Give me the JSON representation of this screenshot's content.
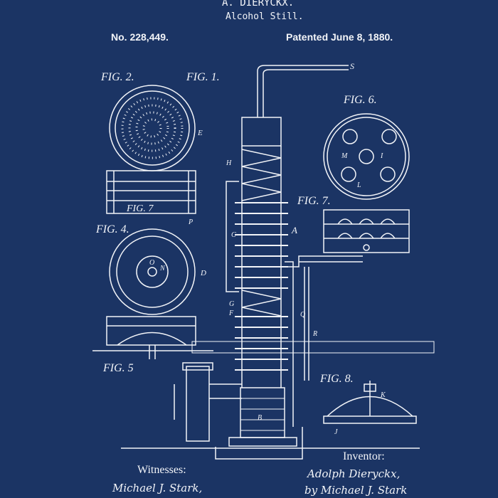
{
  "header": {
    "inventor_name": "A. DIERYCKX.",
    "title": "Alcohol Still.",
    "patent_number": "No. 228,449.",
    "patent_date": "Patented June 8, 1880."
  },
  "figures": {
    "fig1": "FIG. 1.",
    "fig2": "FIG. 2.",
    "fig4": "FIG. 4.",
    "fig5": "FIG. 5",
    "fig6": "FIG. 6.",
    "fig7": "FIG. 7.",
    "fig7b": "FIG. 7",
    "fig8": "FIG. 8."
  },
  "labels": {
    "s": "S",
    "e": "E",
    "a": "A",
    "h": "H",
    "f": "F",
    "c": "C",
    "g": "G",
    "q": "Q",
    "r": "R",
    "b": "B",
    "d": "D",
    "m": "M",
    "i": "I",
    "l": "L",
    "k": "K",
    "j": "J",
    "p": "P",
    "o": "O",
    "n": "N"
  },
  "footer": {
    "witnesses_label": "Witnesses:",
    "witness_signature": "Michael J. Stark,",
    "inventor_label": "Inventor:",
    "inventor_signature": "Adolph Dieryckx,",
    "attorney_signature": "by Michael J. Stark"
  },
  "colors": {
    "background": "#1b3464",
    "ink": "#f2f4f8"
  }
}
